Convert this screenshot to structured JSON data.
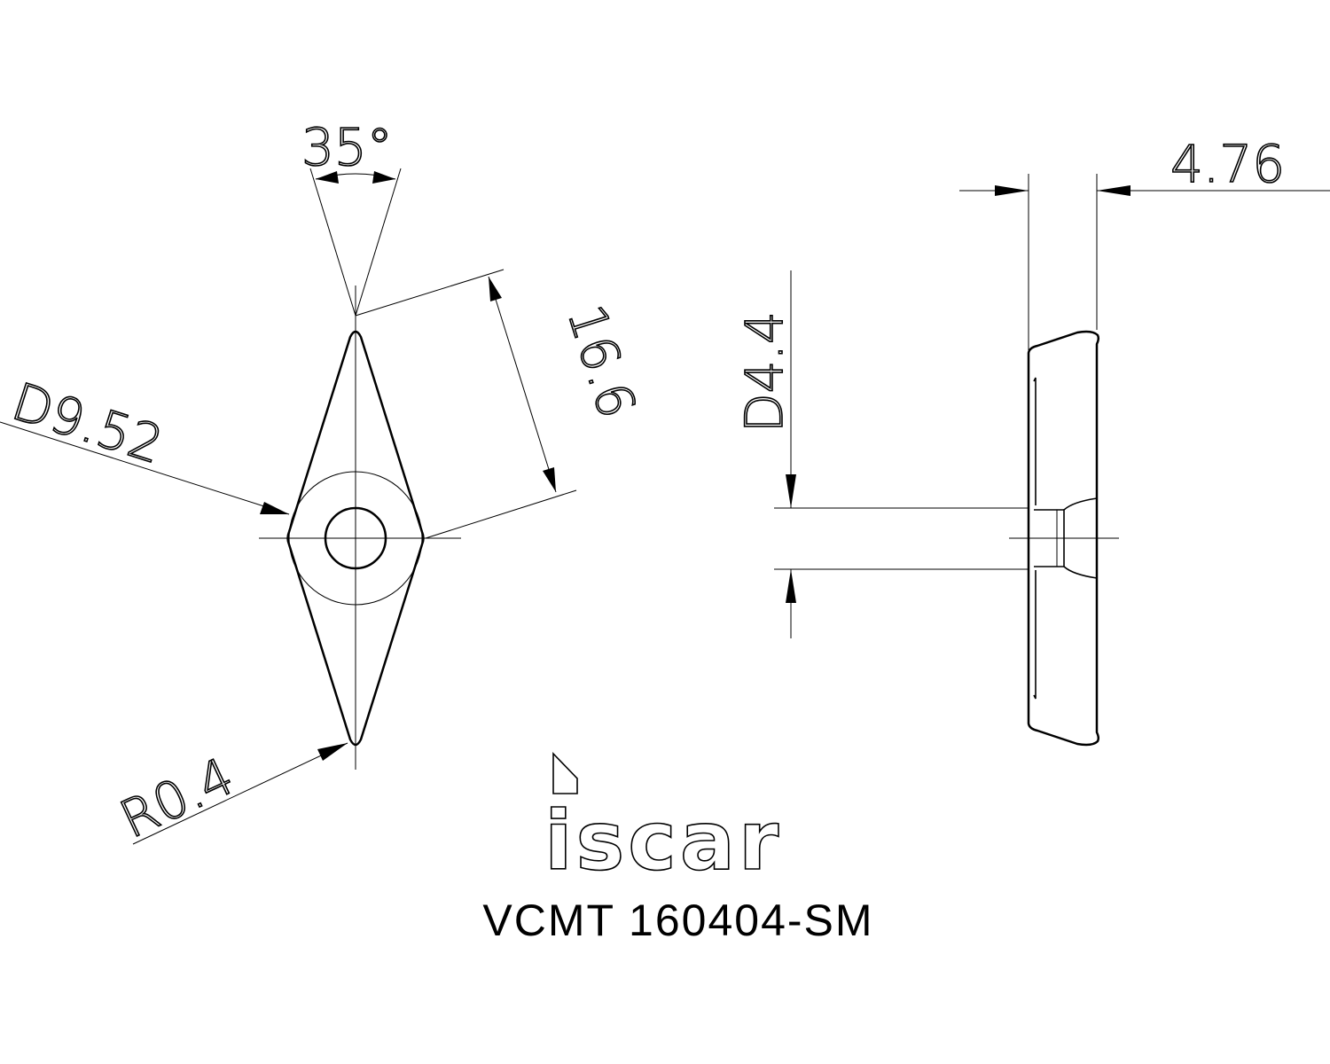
{
  "dimensions": {
    "angle": "35°",
    "length": "16.6",
    "inscribed_circle": "D9.52",
    "corner_radius": "R0.4",
    "hole_diameter": "D4.4",
    "thickness": "4.76"
  },
  "logo": {
    "brand": "iscar"
  },
  "part_number": "VCMT 160404-SM"
}
